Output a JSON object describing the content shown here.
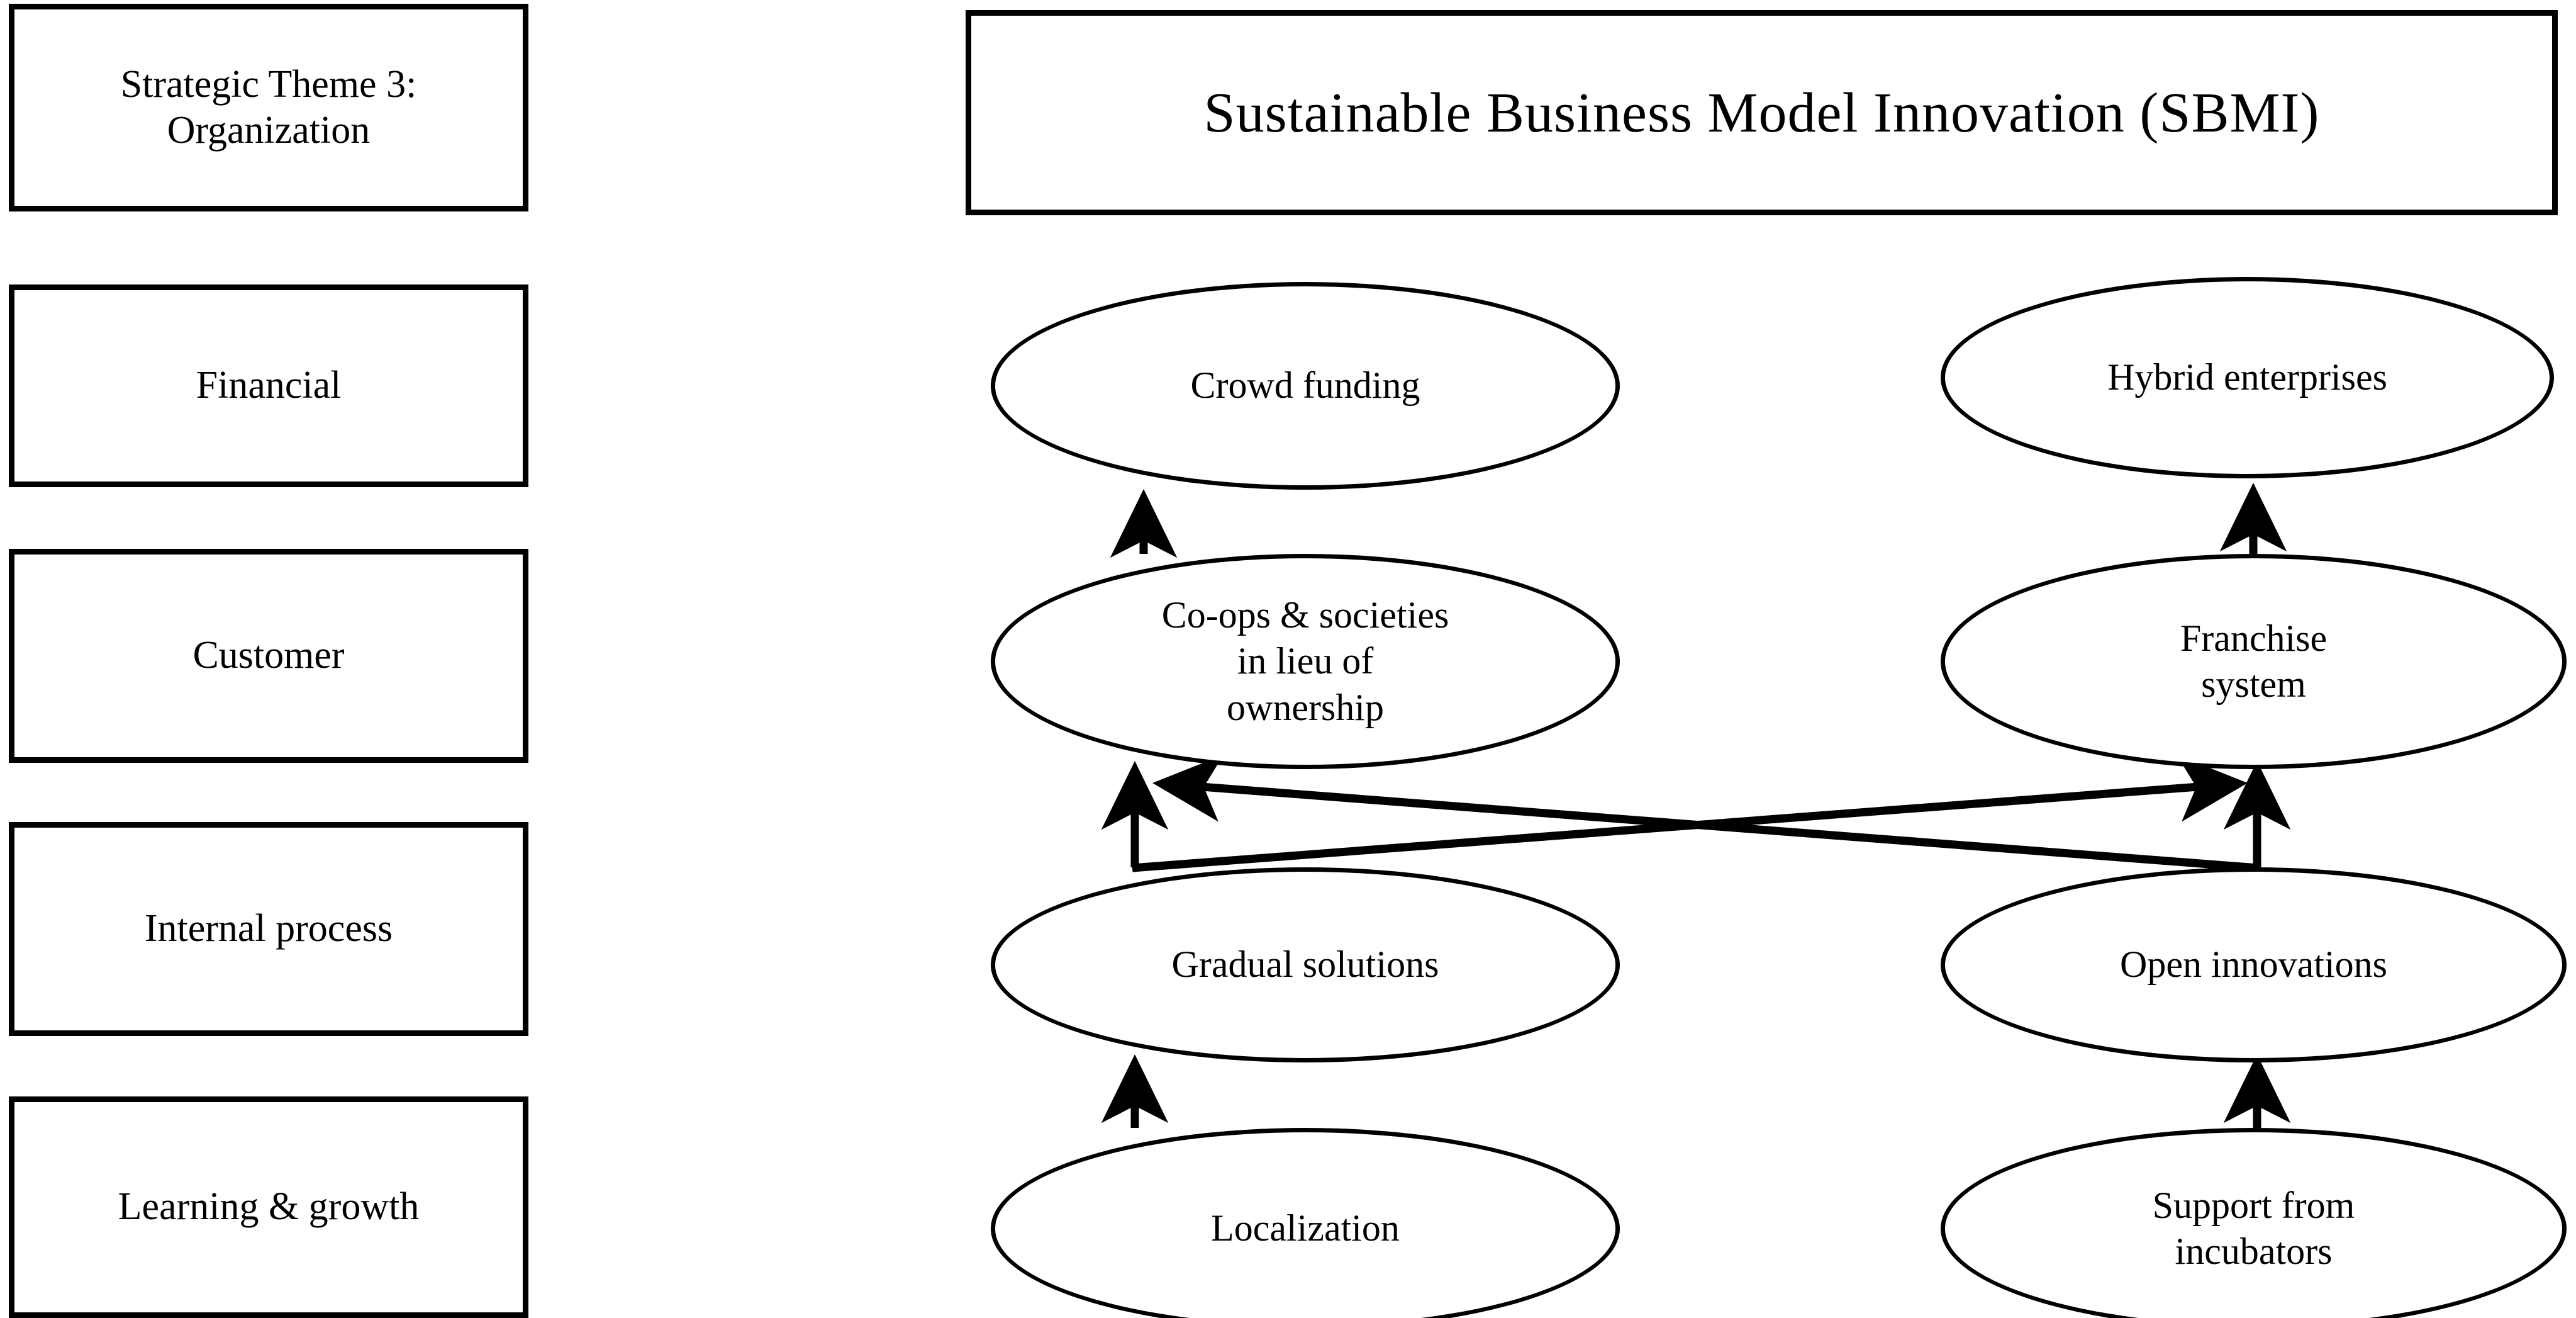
{
  "banner": {
    "title": "Sustainable  Business  Model  Innovation  (SBMI)"
  },
  "perspectives": {
    "heading": "Strategic Theme 3:\nOrganization",
    "items": [
      {
        "label": "Financial"
      },
      {
        "label": "Customer"
      },
      {
        "label": "Internal process"
      },
      {
        "label": "Learning & growth"
      }
    ]
  },
  "nodes": {
    "financial_left": "Crowd funding",
    "financial_right": "Hybrid enterprises",
    "customer_left": "Co-ops & societies\nin lieu of\nownership",
    "customer_right": "Franchise\nsystem",
    "internal_left": "Gradual solutions",
    "internal_right": "Open innovations",
    "learning_left": "Localization",
    "learning_right": "Support from\nincubators"
  },
  "edges": [
    {
      "from": "Co-ops & societies in lieu of ownership",
      "to": "Crowd funding",
      "style": "vertical-up"
    },
    {
      "from": "Franchise system",
      "to": "Hybrid enterprises",
      "style": "vertical-up"
    },
    {
      "from": "Gradual solutions",
      "to": "Co-ops & societies in lieu of ownership",
      "style": "vertical-up"
    },
    {
      "from": "Open innovations",
      "to": "Franchise system",
      "style": "vertical-up"
    },
    {
      "from": "Gradual solutions",
      "to": "Franchise system",
      "style": "diagonal-cross"
    },
    {
      "from": "Open innovations",
      "to": "Co-ops & societies in lieu of ownership",
      "style": "diagonal-cross"
    },
    {
      "from": "Localization",
      "to": "Gradual solutions",
      "style": "vertical-up"
    },
    {
      "from": "Support from incubators",
      "to": "Open innovations",
      "style": "vertical-up"
    }
  ],
  "colors": {
    "stroke": "#000000",
    "background": "#ffffff",
    "text": "#000000"
  }
}
